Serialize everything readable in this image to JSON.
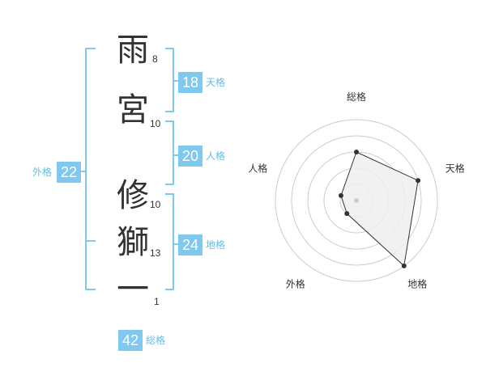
{
  "name": {
    "chars": [
      {
        "char": "雨",
        "strokes": "8"
      },
      {
        "char": "宮",
        "strokes": "10"
      },
      {
        "char": "修",
        "strokes": "10"
      },
      {
        "char": "獅",
        "strokes": "13"
      },
      {
        "char": "一",
        "strokes": "1"
      }
    ]
  },
  "kaku": {
    "tenkaku": {
      "value": "18",
      "label": "天格"
    },
    "jinkaku": {
      "value": "20",
      "label": "人格"
    },
    "chikaku": {
      "value": "24",
      "label": "地格"
    },
    "gaikaku": {
      "value": "22",
      "label": "外格"
    },
    "soukaku": {
      "value": "42",
      "label": "総格"
    }
  },
  "colors": {
    "accent": "#7fc8f0",
    "bracket": "#7fc8f0",
    "text": "#333333",
    "radar_fill": "#eeeeee",
    "ring": "#cccccc"
  },
  "chart_data": {
    "type": "radar",
    "axes": [
      "総格",
      "天格",
      "地格",
      "外格",
      "人格"
    ],
    "values": [
      3,
      4,
      5,
      1,
      1
    ],
    "max": 5
  }
}
